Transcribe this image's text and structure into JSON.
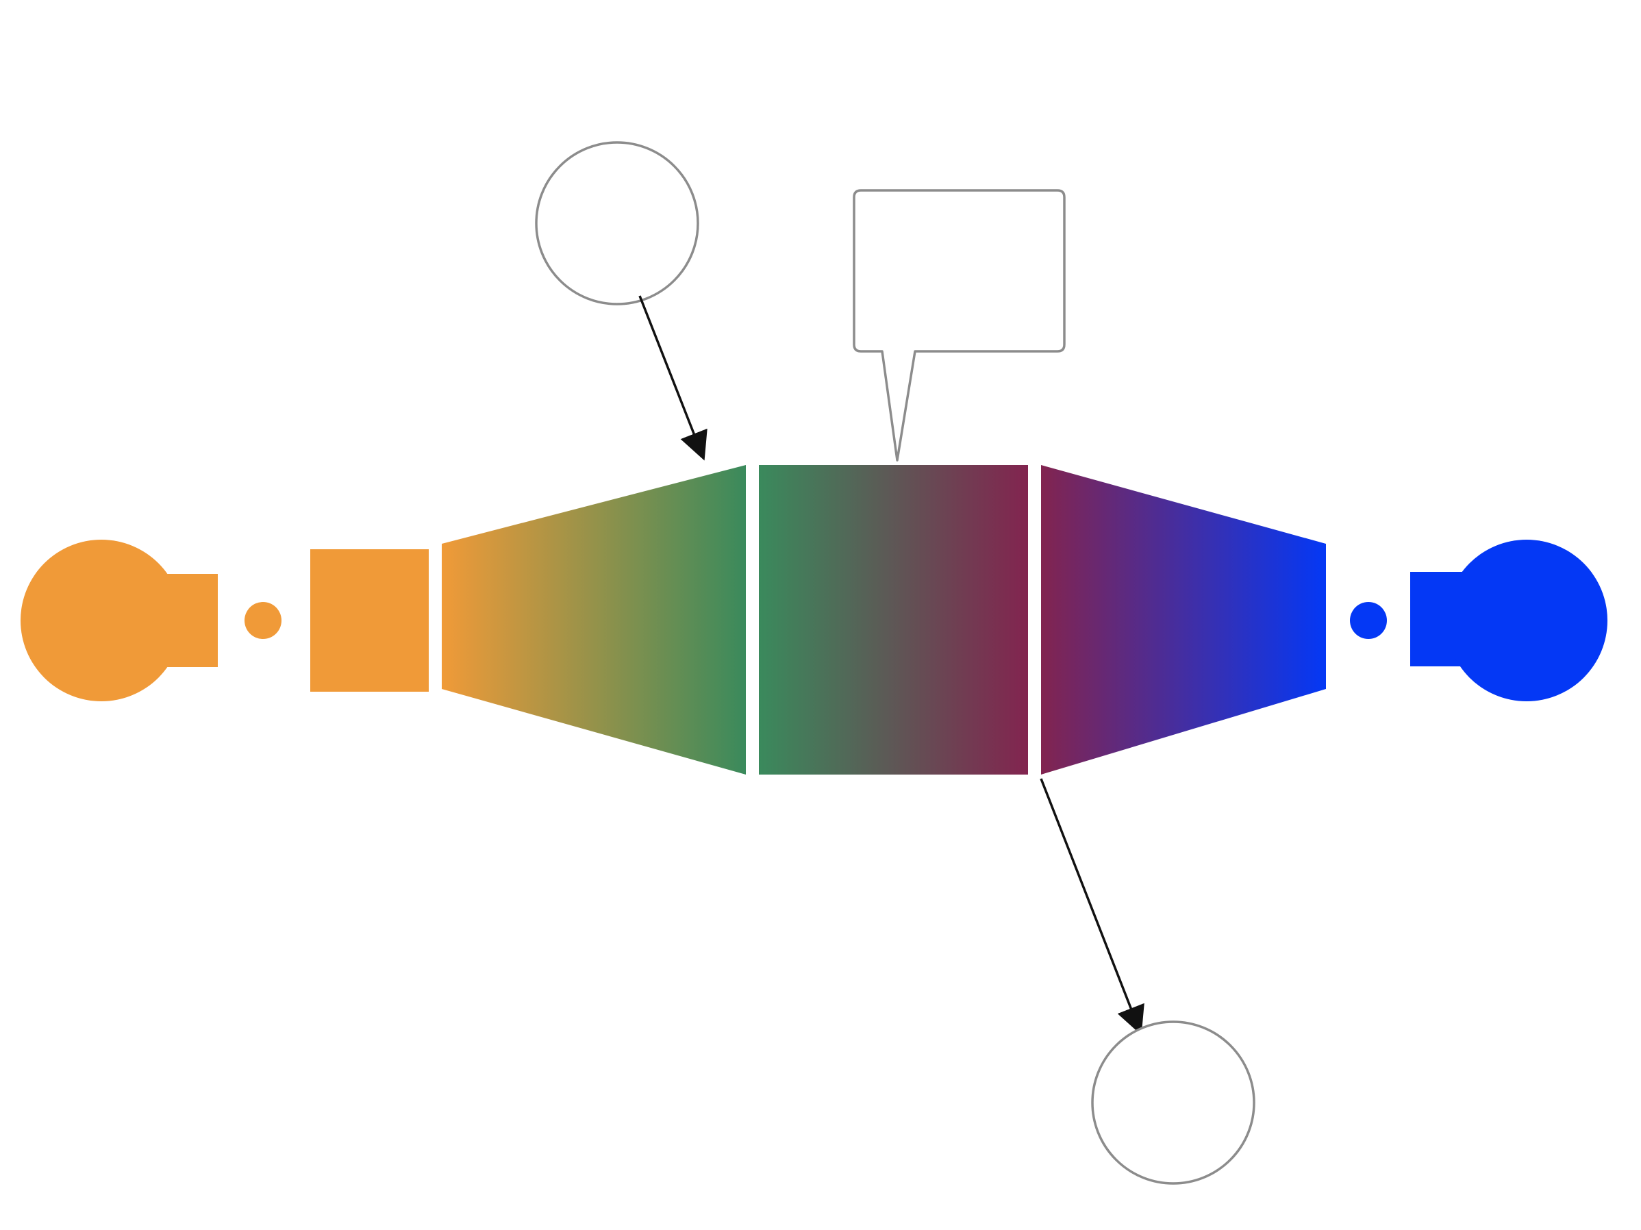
{
  "diagram": {
    "colors": {
      "background": "#ffffff",
      "orange": "#f09a38",
      "green": "#3a8a5c",
      "crimson": "#82244f",
      "blue": "#0438f5",
      "outline": "#8c8c8c",
      "arrow": "#111111"
    },
    "nodes": [
      {
        "id": "left-end-cap",
        "shape": "circle-with-tab",
        "color": "orange"
      },
      {
        "id": "left-dot",
        "shape": "small-circle",
        "color": "orange"
      },
      {
        "id": "left-block",
        "shape": "square",
        "color": "orange"
      },
      {
        "id": "left-funnel",
        "shape": "trapezoid-widening",
        "gradient": [
          "orange",
          "green"
        ]
      },
      {
        "id": "center-block",
        "shape": "rectangle",
        "gradient": [
          "green",
          "crimson"
        ]
      },
      {
        "id": "right-funnel",
        "shape": "trapezoid-narrowing",
        "gradient": [
          "crimson",
          "blue"
        ]
      },
      {
        "id": "right-dot",
        "shape": "small-circle",
        "color": "blue"
      },
      {
        "id": "right-end-cap",
        "shape": "circle-with-tab",
        "color": "blue"
      }
    ],
    "annotations": [
      {
        "id": "top-circle-note",
        "shape": "empty-circle",
        "text": "",
        "points_to": "left-funnel"
      },
      {
        "id": "speech-bubble-note",
        "shape": "speech-bubble",
        "text": "",
        "points_to": "center-block"
      },
      {
        "id": "bottom-circle-note",
        "shape": "empty-circle",
        "text": "",
        "points_from": "center-block"
      }
    ]
  }
}
